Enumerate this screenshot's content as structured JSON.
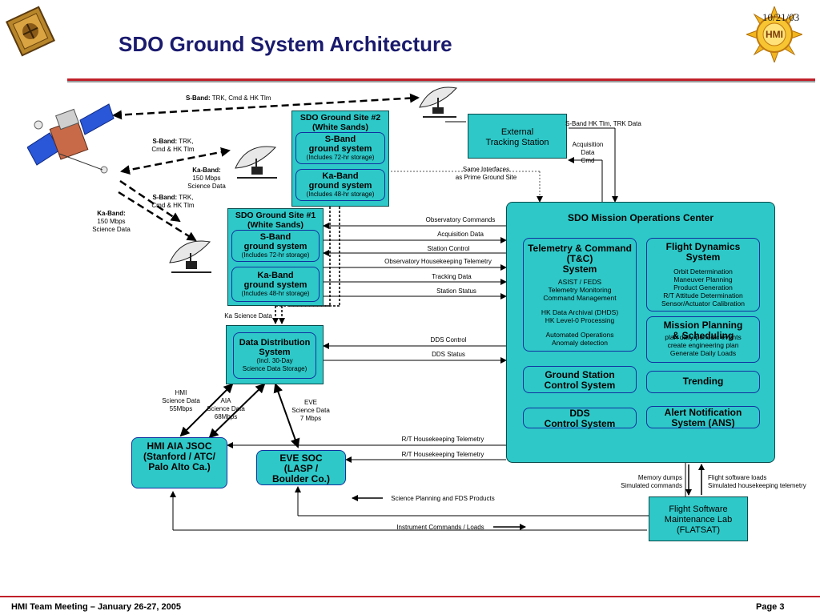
{
  "header": {
    "title": "SDO Ground System Architecture",
    "date": "10/21/03",
    "logo_text": "HMI"
  },
  "footer": {
    "left": "HMI Team Meeting – January 26-27, 2005",
    "right": "Page 3"
  },
  "satellite_links": {
    "top": {
      "bold": "S-Band:",
      "rest": " TRK, Cmd & HK Tlm"
    },
    "mid_line1": {
      "bold": "S-Band:",
      "rest": " TRK,"
    },
    "mid_line2": "Cmd & HK Tlm",
    "ka_mid": [
      "Ka-Band:",
      "150 Mbps",
      "Science Data"
    ],
    "low_line1": {
      "bold": "S-Band:",
      "rest": " TRK,"
    },
    "low_line2": "Cmd & HK Tlm",
    "ka_left": [
      "Ka-Band:",
      "150 Mbps",
      "Science Data"
    ]
  },
  "site2": {
    "title": [
      "SDO Ground Site #2",
      "(White Sands)"
    ],
    "sband": {
      "name": [
        "S-Band",
        "ground system"
      ],
      "note": "(Includes 72-hr storage)"
    },
    "kaband": {
      "name": [
        "Ka-Band",
        "ground system"
      ],
      "note": "(Includes 48-hr storage)"
    }
  },
  "site1": {
    "title": [
      "SDO Ground Site #1",
      "(White Sands)"
    ],
    "sband": {
      "name": [
        "S-Band",
        "ground system"
      ],
      "note": "(Includes 72-hr storage)"
    },
    "kaband": {
      "name": [
        "Ka-Band",
        "ground system"
      ],
      "note": "(Includes 48-hr storage)"
    }
  },
  "external_tracking": {
    "name": [
      "External",
      "Tracking Station"
    ]
  },
  "external_links": {
    "sband_hk": "S-Band HK  Tlm, TRK  Data",
    "acq": [
      "Acquisition",
      "Data",
      "Cmd"
    ],
    "same_if": [
      "Same Interfaces",
      "as Prime Ground Site"
    ]
  },
  "moc": {
    "title": "SDO Mission Operations Center",
    "tc": {
      "title": [
        "Telemetry & Command",
        "(T&C)",
        "System"
      ],
      "items": [
        "ASIST / FEDS",
        "Telemetry Monitoring",
        "Command Management",
        "",
        "HK Data Archival (DHDS)",
        "HK Level-0 Processing",
        "",
        "Automated Operations",
        "Anomaly detection"
      ]
    },
    "fds": {
      "title": [
        "Flight Dynamics",
        "System"
      ],
      "items": [
        "Orbit Determination",
        "Maneuver Planning",
        "Product Generation",
        "R/T Attitude Determination",
        "Sensor/Actuator Calibration"
      ]
    },
    "planning": {
      "title": [
        "Mission Planning",
        "& Scheduling"
      ],
      "items": [
        "plan daily/periodic events",
        "create engineering plan",
        "Generate Daily Loads"
      ]
    },
    "gscs": {
      "title": [
        "Ground Station",
        "Control System"
      ]
    },
    "trending": {
      "title": "Trending"
    },
    "dds_cs": {
      "title": [
        "DDS",
        "Control System"
      ]
    },
    "ans": {
      "title": [
        "Alert Notification",
        "System (ANS)"
      ]
    }
  },
  "site_links": [
    "Observatory Commands",
    "Acquisition Data",
    "Station Control",
    "Observatory Housekeeping Telemetry",
    "Tracking Data",
    "Station Status"
  ],
  "ka_science": "Ka Science Data",
  "dds": {
    "title": [
      "Data Distribution",
      "System"
    ],
    "note": [
      "(Incl. 30-Day",
      "Science Data Storage)"
    ],
    "links": [
      "DDS Control",
      "DDS Status"
    ]
  },
  "science_rates": {
    "hmi": [
      "HMI",
      "Science Data",
      "55Mbps"
    ],
    "aia": [
      "AIA",
      "Science Data",
      "68Mbps"
    ],
    "eve": [
      "EVE",
      "Science Data",
      "7 Mbps"
    ]
  },
  "jsoc": {
    "name": [
      "HMI AIA JSOC",
      "(Stanford / ATC/",
      "Palo Alto Ca.)"
    ]
  },
  "eve_soc": {
    "name": [
      "EVE SOC",
      "(LASP /",
      "Boulder Co.)"
    ]
  },
  "soc_links": {
    "rt1": "R/T Housekeeping Telemetry",
    "rt2": "R/T Housekeeping Telemetry",
    "sci_plan": "Science Planning and FDS Products",
    "instr": "Instrument  Commands / Loads"
  },
  "flatsat": {
    "name": [
      "Flight Software",
      "Maintenance Lab",
      "(FLATSAT)"
    ],
    "left_label": [
      "Memory dumps",
      "Simulated commands"
    ],
    "right_label": [
      "Flight software loads",
      "Simulated housekeeping telemetry"
    ]
  },
  "colors": {
    "box_fill": "#2ec8c8",
    "inner_border": "#1030a0",
    "title_color": "#1a1a6e",
    "rule_red": "#c0202a"
  }
}
